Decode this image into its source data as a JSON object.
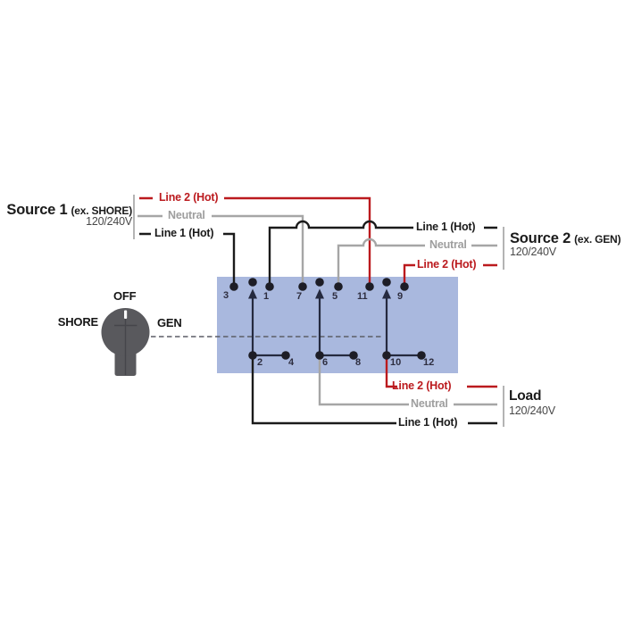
{
  "colors": {
    "hot_red": "#bb1a1e",
    "neutral_gray": "#a6a6a6",
    "hot_black": "#1b1b1b",
    "switch_body_blue": "#a9b8de",
    "knob_gray": "#59595d",
    "pole_navy": "#252a3f"
  },
  "source1": {
    "title": "Source 1",
    "qualifier": "(ex. SHORE)",
    "voltage": "120/240V",
    "line2_label": "Line 2 (Hot)",
    "neutral_label": "Neutral",
    "line1_label": "Line 1 (Hot)"
  },
  "source2": {
    "title": "Source 2",
    "qualifier": "(ex. GEN)",
    "voltage": "120/240V",
    "line1_label": "Line 1 (Hot)",
    "neutral_label": "Neutral",
    "line2_label": "Line 2 (Hot)"
  },
  "load": {
    "title": "Load",
    "voltage": "120/240V",
    "line2_label": "Line 2 (Hot)",
    "neutral_label": "Neutral",
    "line1_label": "Line 1 (Hot)"
  },
  "selector": {
    "off": "OFF",
    "shore": "SHORE",
    "gen": "GEN"
  },
  "terminals": {
    "top": [
      "3",
      "1",
      "7",
      "5",
      "11",
      "9"
    ],
    "bottom": [
      "2",
      "4",
      "6",
      "8",
      "10",
      "12"
    ]
  }
}
